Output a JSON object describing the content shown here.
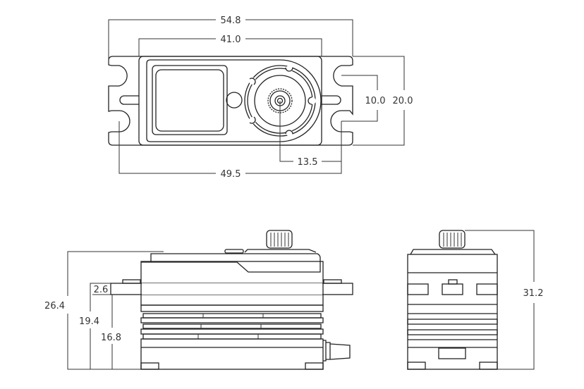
{
  "drawing": {
    "top_view": {
      "overall_width": "54.8",
      "body_width": "41.0",
      "hole_spacing_x": "49.5",
      "shaft_offset": "13.5",
      "hole_spacing_y": "10.0",
      "overall_depth": "20.0"
    },
    "side_view": {
      "overall_height": "26.4",
      "flange_top_height": "19.4",
      "flange_bottom_height": "16.8",
      "flange_thickness": "2.6"
    },
    "end_view": {
      "total_height": "31.2"
    }
  }
}
